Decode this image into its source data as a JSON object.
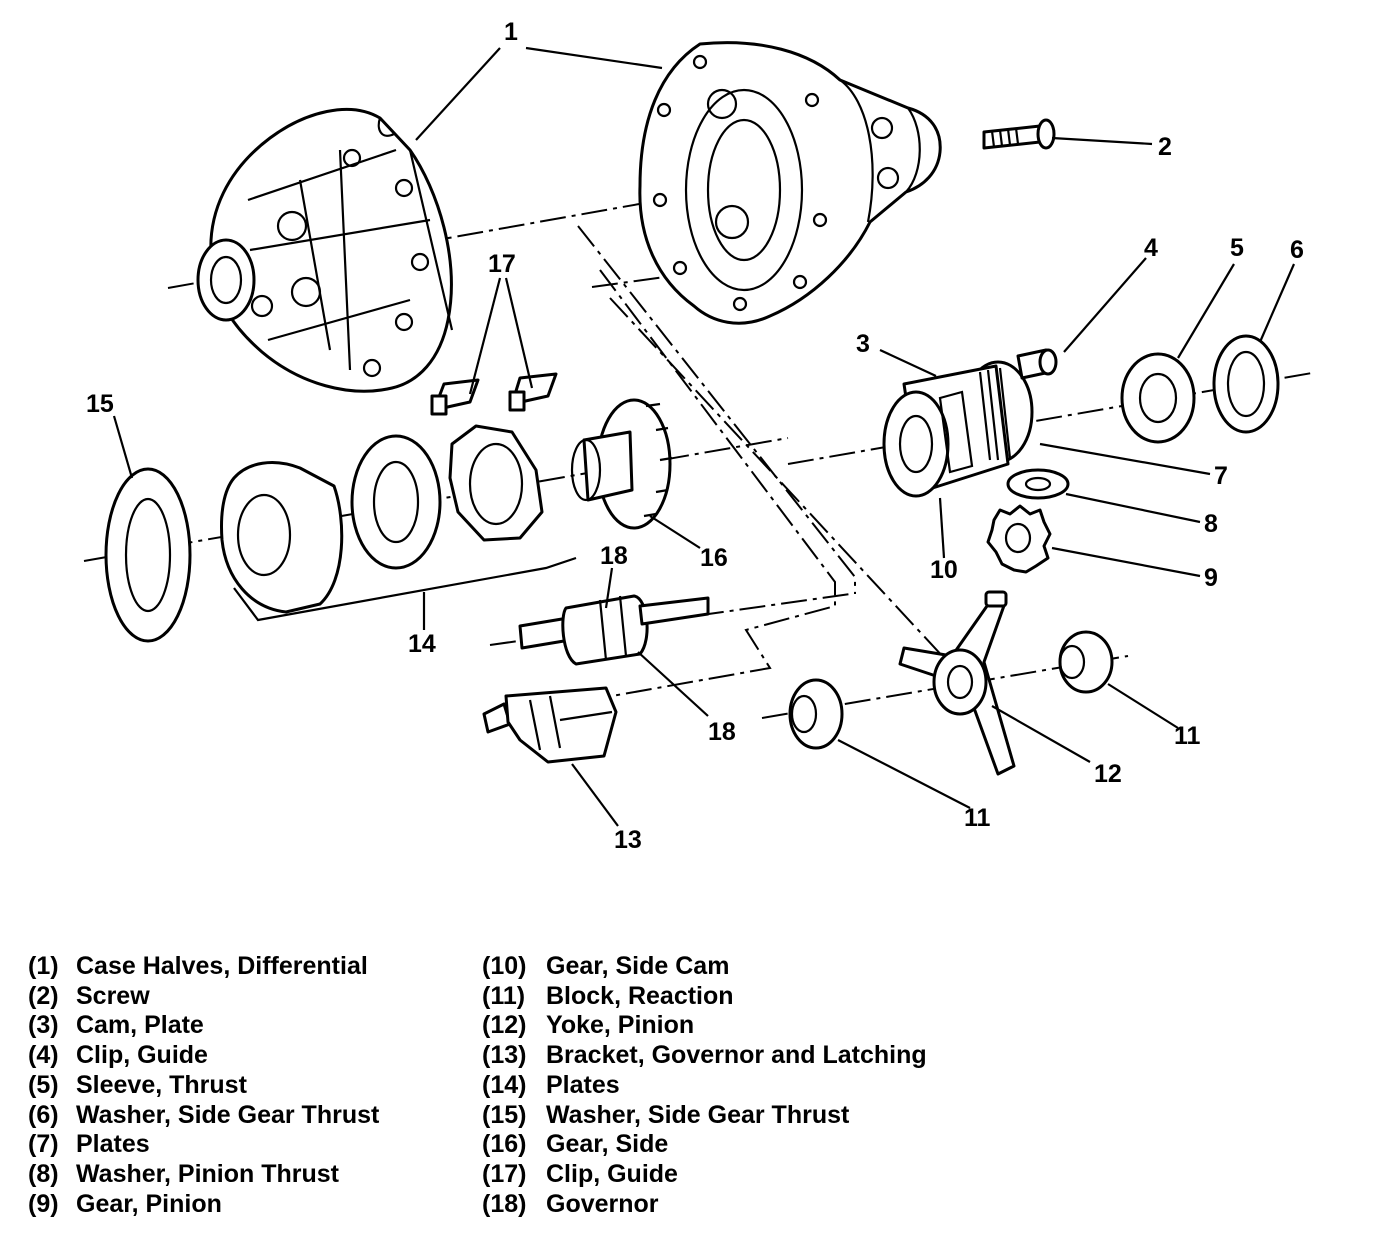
{
  "diagram": {
    "callouts": [
      "1",
      "2",
      "3",
      "4",
      "5",
      "6",
      "7",
      "8",
      "9",
      "10",
      "11",
      "11",
      "12",
      "13",
      "14",
      "15",
      "16",
      "17",
      "18",
      "18"
    ]
  },
  "legend": {
    "left": [
      {
        "num": "(1)",
        "label": "Case Halves, Differential"
      },
      {
        "num": "(2)",
        "label": "Screw"
      },
      {
        "num": "(3)",
        "label": "Cam, Plate"
      },
      {
        "num": "(4)",
        "label": "Clip, Guide"
      },
      {
        "num": "(5)",
        "label": "Sleeve, Thrust"
      },
      {
        "num": "(6)",
        "label": "Washer, Side Gear Thrust"
      },
      {
        "num": "(7)",
        "label": "Plates"
      },
      {
        "num": "(8)",
        "label": "Washer, Pinion Thrust"
      },
      {
        "num": "(9)",
        "label": "Gear, Pinion"
      }
    ],
    "right": [
      {
        "num": "(10)",
        "label": "Gear, Side Cam"
      },
      {
        "num": "(11)",
        "label": "Block, Reaction"
      },
      {
        "num": "(12)",
        "label": "Yoke, Pinion"
      },
      {
        "num": "(13)",
        "label": "Bracket, Governor and Latching"
      },
      {
        "num": "(14)",
        "label": "Plates"
      },
      {
        "num": "(15)",
        "label": "Washer, Side Gear Thrust"
      },
      {
        "num": "(16)",
        "label": "Gear, Side"
      },
      {
        "num": "(17)",
        "label": "Clip, Guide"
      },
      {
        "num": "(18)",
        "label": "Governor"
      }
    ]
  }
}
